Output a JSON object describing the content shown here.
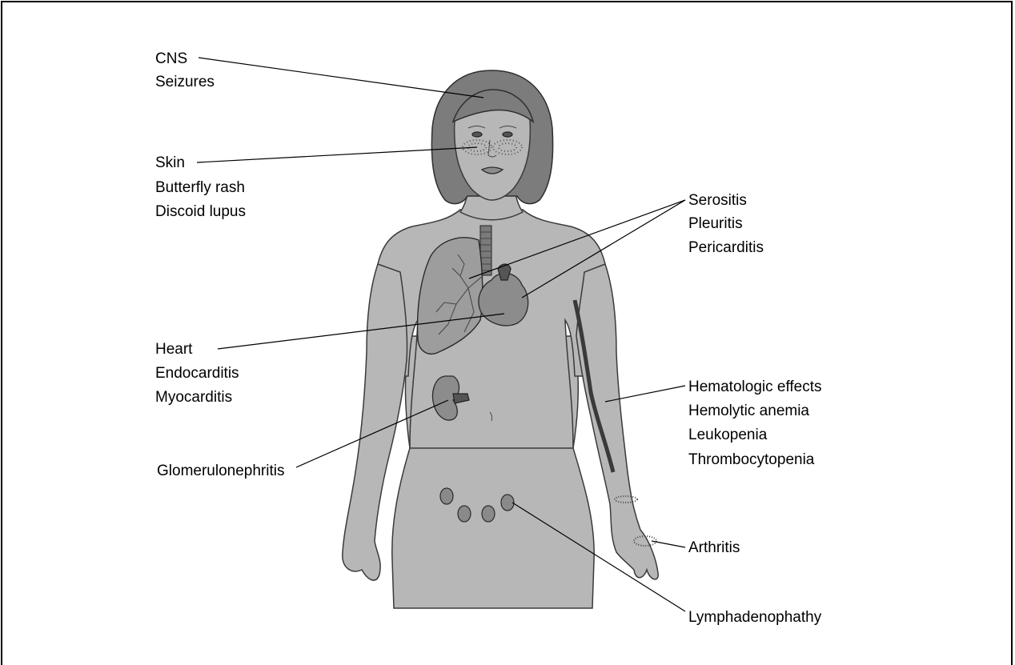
{
  "labels": {
    "cns": [
      "CNS",
      "Seizures"
    ],
    "skin": [
      "Skin",
      "Butterfly rash",
      "Discoid lupus"
    ],
    "serositis": [
      "Serositis",
      "Pleuritis",
      "Pericarditis"
    ],
    "heart": [
      "Heart",
      "Endocarditis",
      "Myocarditis"
    ],
    "hematologic": [
      "Hematologic effects",
      "Hemolytic anemia",
      "Leukopenia",
      "Thrombocytopenia"
    ],
    "kidney": [
      "Glomerulonephritis"
    ],
    "arthritis": [
      "Arthritis"
    ],
    "lymph": [
      "Lymphadenophathy"
    ]
  },
  "colors": {
    "skin": "#b7b7b7",
    "hair": "#7c7c7c",
    "organ": "#8c8c8c",
    "line": "#000000"
  }
}
